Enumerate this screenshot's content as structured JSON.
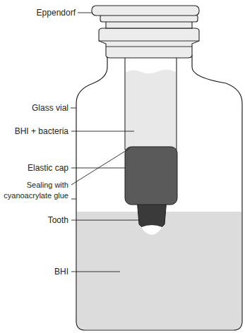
{
  "diagram": {
    "labels": [
      "Eppendorf",
      "Glass vial",
      "BHI + bacteria",
      "Elastic cap",
      "Sealing with cyanoacrylate glue",
      "Tooth",
      "BHI"
    ]
  }
}
